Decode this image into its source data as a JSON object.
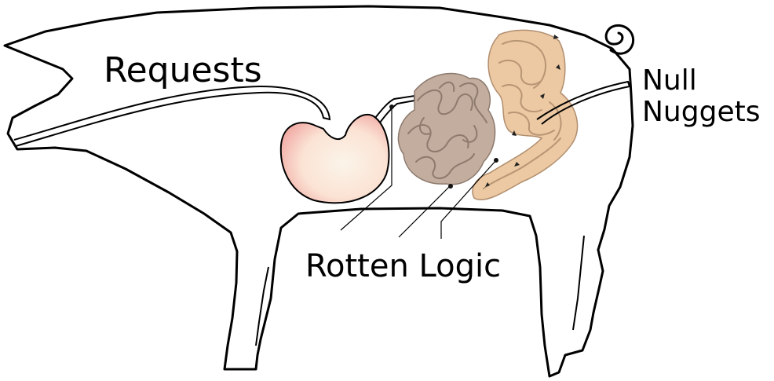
{
  "labels": {
    "requests": "Requests",
    "rotten_logic": "Rotten Logic",
    "null_nuggets": "Null Nuggets"
  },
  "colors": {
    "outline": "#000000",
    "stomach_fill": "#fbe5d6",
    "stomach_edge": "#f2a9a4",
    "small_intestine": "#c2ad9e",
    "large_intestine": "#ecc9a3"
  }
}
